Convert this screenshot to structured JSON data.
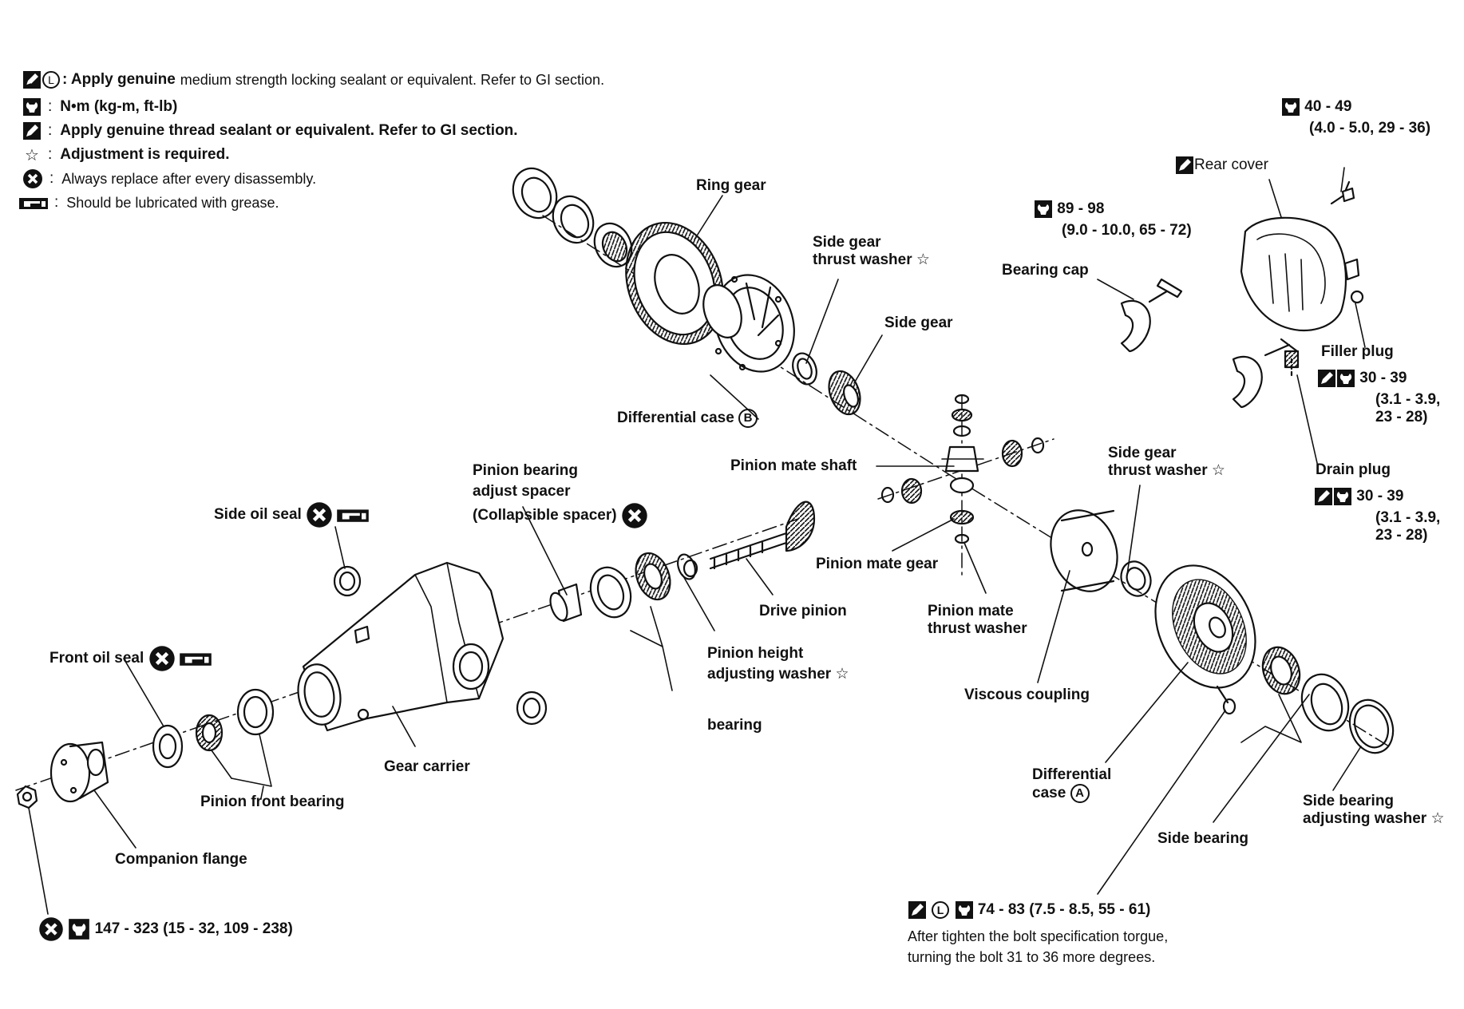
{
  "legend": {
    "locking_sealant": "Apply genuine medium strength locking sealant or equivalent. Refer to GI section.",
    "locking_sealant_lead": ": Apply genuine",
    "locking_sealant_rest": "medium strength locking sealant or equivalent. Refer to GI section.",
    "torque_units": "N•m (kg-m, ft-lb)",
    "thread_sealant": "Apply genuine thread sealant or equivalent. Refer to GI section.",
    "adjustment": "Adjustment is required.",
    "replace": "Always replace after every disassembly.",
    "grease": "Should be lubricated with grease."
  },
  "labels": {
    "ring_gear": "Ring gear",
    "side_gear_thrust_washer_top": [
      "Side gear",
      "thrust washer ☆"
    ],
    "side_gear": "Side gear",
    "differential_case_b": "Differential case",
    "bearing_cap": "Bearing cap",
    "rear_cover": "Rear cover",
    "filler_plug": "Filler plug",
    "drain_plug": "Drain plug",
    "pinion_mate_shaft": "Pinion mate shaft",
    "pinion_mate_gear": "Pinion mate gear",
    "pinion_mate_thrust_washer": [
      "Pinion mate",
      "thrust washer"
    ],
    "side_gear_thrust_washer_right": [
      "Side gear",
      "thrust washer ☆"
    ],
    "viscous_coupling": "Viscous coupling",
    "differential_case_a": [
      "Differential",
      "case"
    ],
    "side_bearing": "Side bearing",
    "side_bearing_adjusting_washer": [
      "Side bearing",
      "adjusting washer ☆"
    ],
    "pinion_bearing_adjust_spacer": [
      "Pinion bearing",
      "adjust spacer",
      "(Collapsible spacer)"
    ],
    "side_oil_seal": "Side oil seal",
    "drive_pinion": "Drive pinion",
    "pinion_height_adjusting_washer": [
      "Pinion height",
      "adjusting washer ☆"
    ],
    "bearing": "bearing",
    "front_oil_seal": "Front oil seal",
    "pinion_front_bearing": "Pinion front bearing",
    "gear_carrier": "Gear carrier",
    "companion_flange": "Companion flange"
  },
  "torques": {
    "rear_cover_bolt": [
      "40 - 49",
      "(4.0 - 5.0, 29 - 36)"
    ],
    "bearing_cap_bolt": [
      "89 - 98",
      "(9.0 - 10.0, 65 - 72)"
    ],
    "filler_plug": [
      "30 - 39",
      "(3.1 - 3.9,",
      "23 - 28)"
    ],
    "drain_plug": [
      "30 - 39",
      "(3.1 - 3.9,",
      "23 - 28)"
    ],
    "ring_gear_bolt": "74 - 83 (7.5 - 8.5, 55 - 61)",
    "ring_gear_bolt_note": [
      "After tighten the bolt specification torgue,",
      "turning the bolt 31 to 36 more degrees."
    ],
    "drive_pinion_nut": "147 - 323 (15 - 32, 109 - 238)"
  },
  "circled_letters": {
    "a": "A",
    "b": "B",
    "l": "L"
  },
  "icons": [
    "sealant-icon",
    "torque-wrench-icon",
    "star-icon",
    "replace-x-icon",
    "grease-icon",
    "circle-l-icon"
  ]
}
